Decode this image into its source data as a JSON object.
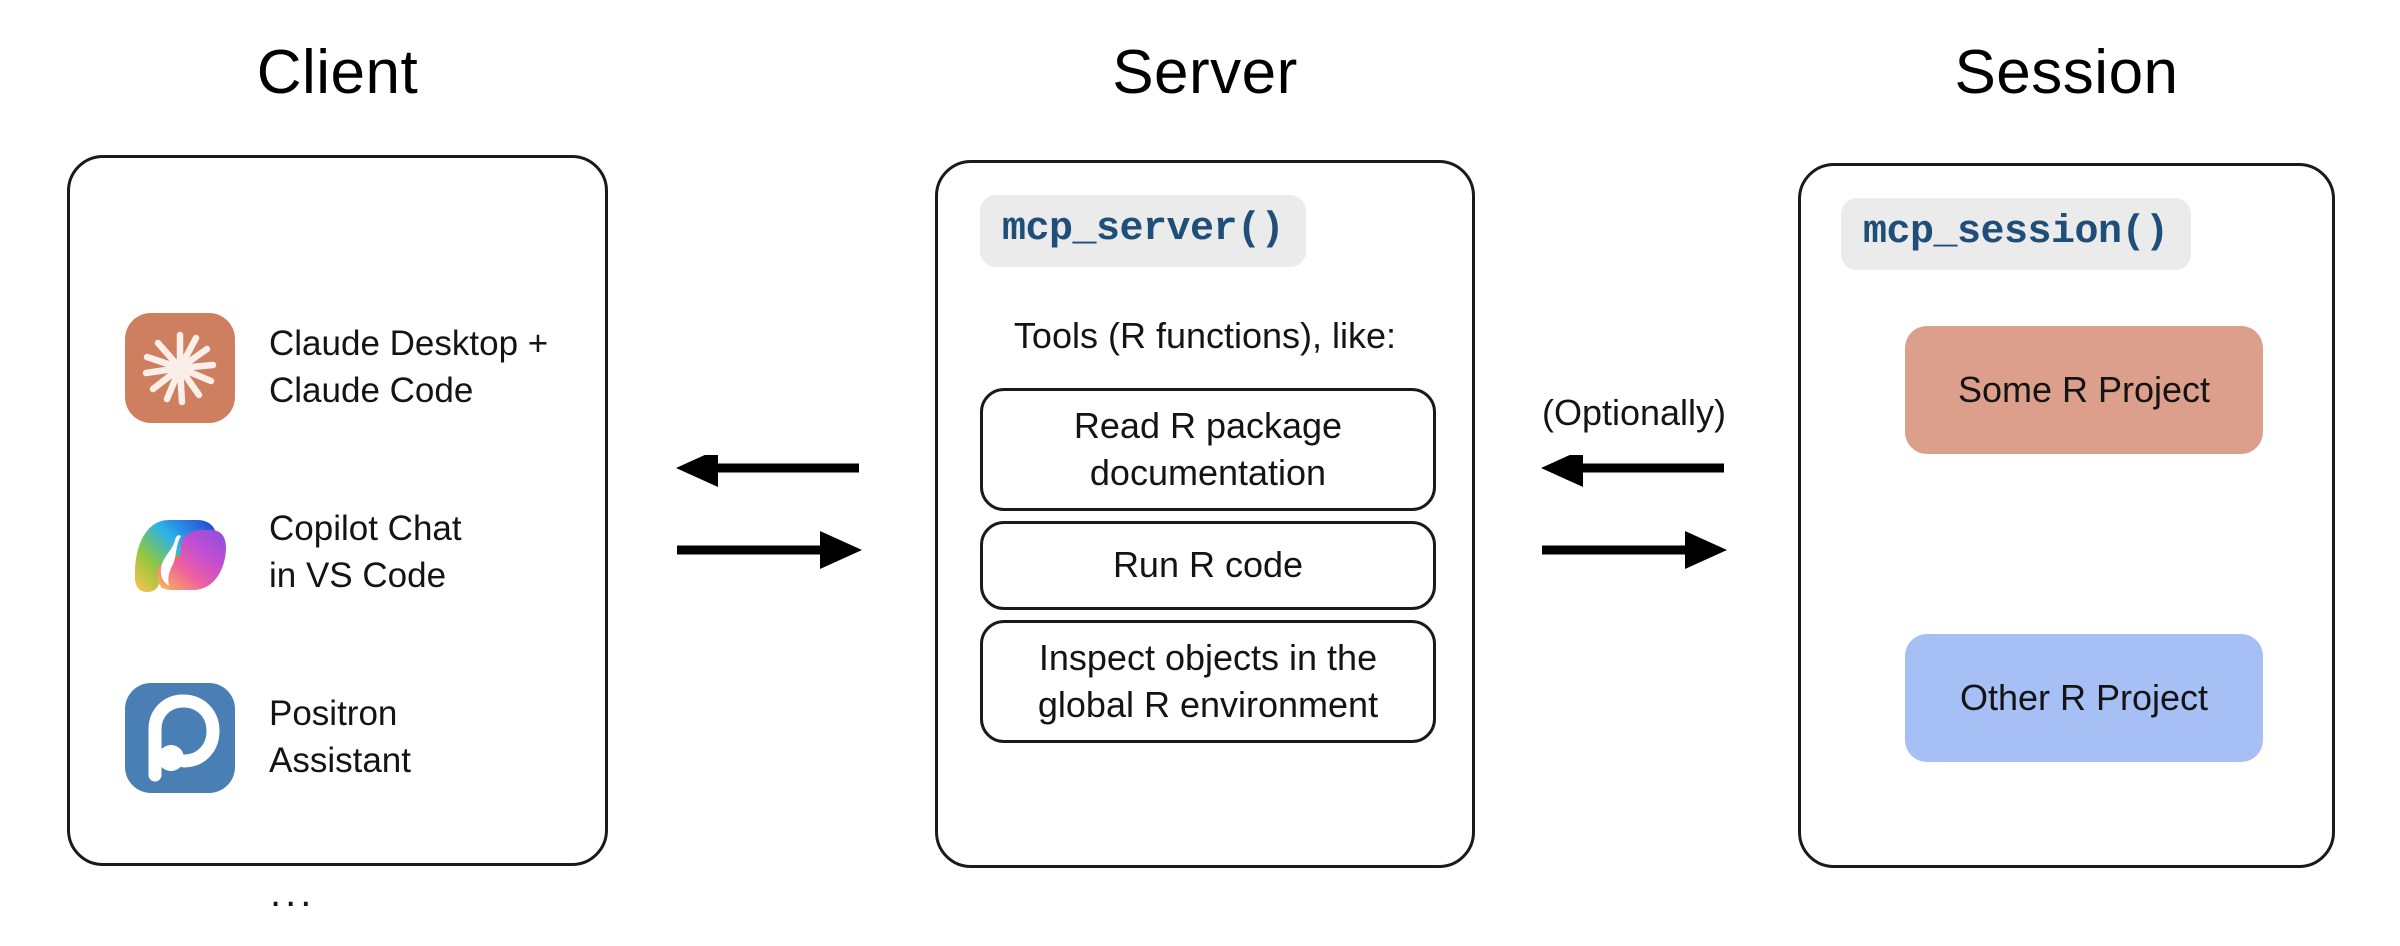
{
  "columns": [
    {
      "title": "Client"
    },
    {
      "title": "Server"
    },
    {
      "title": "Session"
    }
  ],
  "client": {
    "title": "Client",
    "items": [
      {
        "icon": "claude-icon",
        "label": "Claude Desktop +\nClaude Code"
      },
      {
        "icon": "copilot-icon",
        "label": "Copilot Chat\nin VS Code"
      },
      {
        "icon": "positron-icon",
        "label": "Positron\nAssistant"
      }
    ],
    "ellipsis": "..."
  },
  "server": {
    "title": "Server",
    "function_pill": "mcp_server()",
    "tools_caption": "Tools (R functions), like:",
    "tools": [
      "Read R package\ndocumentation",
      "Run R code",
      "Inspect objects in the\nglobal R environment"
    ]
  },
  "session": {
    "title": "Session",
    "function_pill": "mcp_session()",
    "projects": [
      {
        "label": "Some R Project",
        "color": "#dc9f8b"
      },
      {
        "label": "Other R Project",
        "color": "#a6c0f5"
      }
    ]
  },
  "connectors": {
    "client_server": {
      "left_arrow": "arrow-left-icon",
      "right_arrow": "arrow-right-icon"
    },
    "server_session": {
      "label": "(Optionally)",
      "left_arrow": "arrow-left-icon",
      "right_arrow": "arrow-right-icon"
    }
  },
  "colors": {
    "claude_plate": "#cd7f5f",
    "claude_burst": "#faeee8",
    "positron_plate": "#4a7fb5",
    "code_text": "#1f4e79",
    "code_pill_bg": "#ebebeb",
    "some_project": "#dc9f8b",
    "other_project": "#a6c0f5",
    "stroke": "#1a1a1a"
  }
}
